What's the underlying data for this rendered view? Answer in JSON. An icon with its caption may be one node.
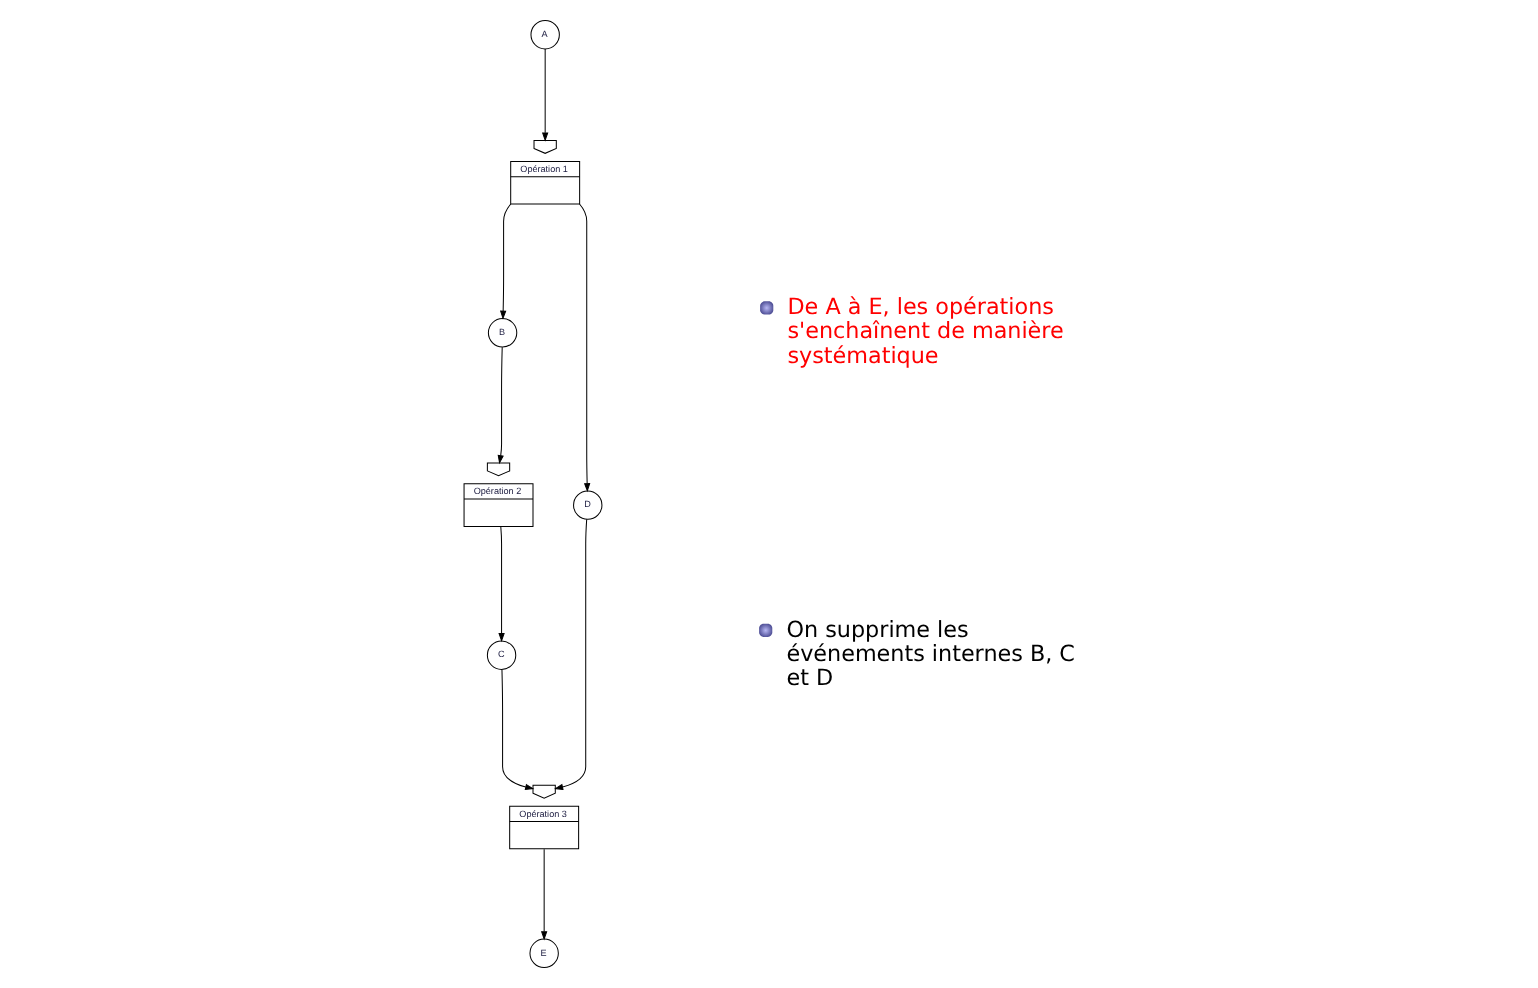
{
  "diagram": {
    "nodes": [
      {
        "text": [
          "A"
        ]
      },
      {
        "text": [],
        "shape": "pentagon"
      },
      {
        "text": [
          "Opération 1"
        ]
      },
      {
        "text": [
          "B"
        ]
      },
      {
        "text": [],
        "shape": "pentagon"
      },
      {
        "text": [
          "Opération 2"
        ]
      },
      {
        "text": [
          "D"
        ]
      },
      {
        "text": [
          "C"
        ]
      },
      {
        "text": [],
        "shape": "pentagon"
      },
      {
        "text": [
          "Opération 3"
        ]
      },
      {
        "text": [
          "E"
        ]
      }
    ],
    "edges": [
      {
        "from": 0,
        "to": 1,
        "arrow": "to"
      },
      {
        "from": 2,
        "to": 3,
        "arrow": "to"
      },
      {
        "from": 2,
        "to": 6,
        "arrow": "to"
      },
      {
        "from": 3,
        "to": 4,
        "arrow": "to"
      },
      {
        "from": 5,
        "to": 7,
        "arrow": "to"
      },
      {
        "from": 7,
        "to": 8,
        "arrow": "to"
      },
      {
        "from": 6,
        "to": 8,
        "arrow": "to"
      },
      {
        "from": 9,
        "to": 10,
        "arrow": "to"
      }
    ],
    "labels": [
      "De A à E, les opérations s'enchaînent de manière systématique",
      "On supprime les événements internes B, C et D"
    ]
  }
}
